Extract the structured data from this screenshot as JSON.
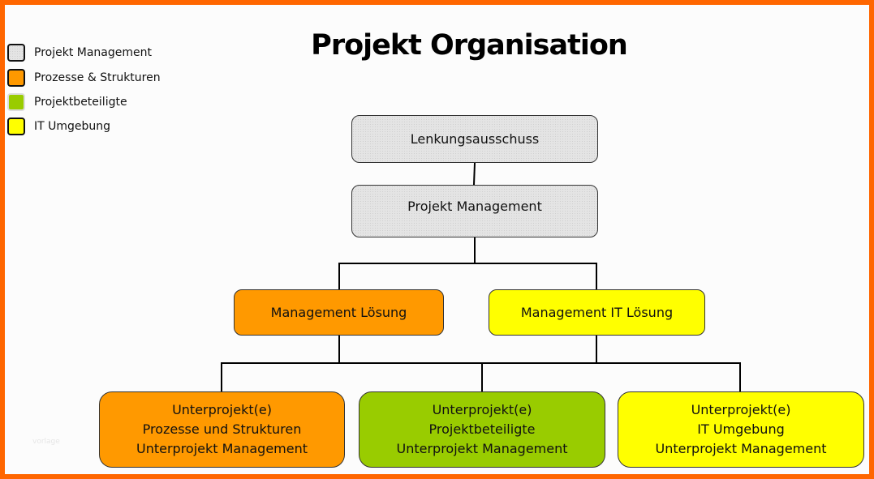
{
  "title": "Projekt Organisation",
  "legend": [
    {
      "label": "Projekt Management",
      "color": "#e4e4e4"
    },
    {
      "label": "Prozesse & Strukturen",
      "color": "#ff9900"
    },
    {
      "label": "Projektbeteiligte",
      "color": "#99cc00"
    },
    {
      "label": "IT Umgebung",
      "color": "#ffff00"
    }
  ],
  "nodes": {
    "steering": "Lenkungsausschuss",
    "pm": "Projekt Management",
    "mgmt_solution": "Management Lösung",
    "mgmt_it_solution": "Management IT Lösung",
    "sub1": [
      "Unterprojekt(e)",
      "Prozesse und Strukturen",
      "Unterprojekt Management"
    ],
    "sub2": [
      "Unterprojekt(e)",
      "Projektbeteiligte",
      "Unterprojekt Management"
    ],
    "sub3": [
      "Unterprojekt(e)",
      "IT Umgebung",
      "Unterprojekt Management"
    ]
  },
  "watermark": "vorlage",
  "colors": {
    "border": "#ff6600"
  }
}
